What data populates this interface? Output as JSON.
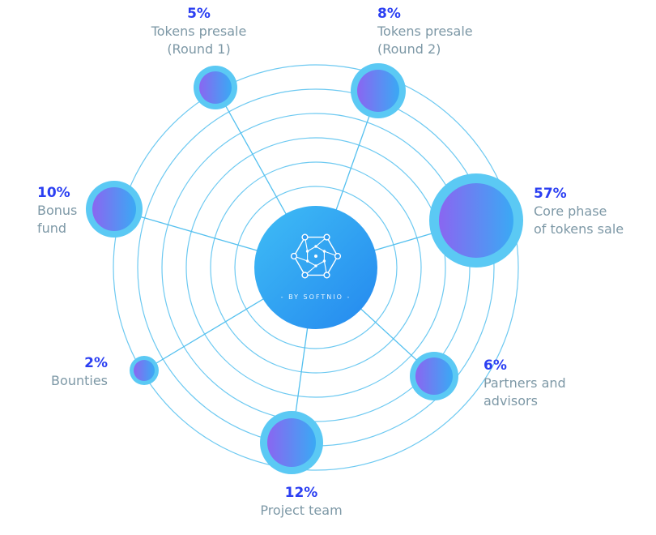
{
  "chart_data": {
    "type": "pie",
    "layout": "radial-orbit-diagram",
    "title": "",
    "categories": [
      "Tokens presale (Round 1)",
      "Tokens presale (Round 2)",
      "Bonus fund",
      "Core phase of tokens sale",
      "Bounties",
      "Partners and advisors",
      "Project team"
    ],
    "values": [
      5,
      8,
      10,
      57,
      2,
      6,
      12
    ],
    "legend_position": "labels-around-nodes",
    "grid": "concentric-orbits"
  },
  "center": {
    "brand": "- BY SOFTNIO -"
  },
  "nodes": [
    {
      "id": "presale-round-1",
      "percent": "5%",
      "lines": [
        "Tokens presale",
        "(Round 1)"
      ]
    },
    {
      "id": "presale-round-2",
      "percent": "8%",
      "lines": [
        "Tokens presale",
        "(Round 2)"
      ]
    },
    {
      "id": "bonus-fund",
      "percent": "10%",
      "lines": [
        "Bonus",
        "fund"
      ]
    },
    {
      "id": "core-phase",
      "percent": "57%",
      "lines": [
        "Core phase",
        "of tokens sale"
      ]
    },
    {
      "id": "bounties",
      "percent": "2%",
      "lines": [
        "Bounties"
      ]
    },
    {
      "id": "partners-advisors",
      "percent": "6%",
      "lines": [
        "Partners and",
        "advisors"
      ]
    },
    {
      "id": "project-team",
      "percent": "12%",
      "lines": [
        "Project team"
      ]
    }
  ],
  "colors": {
    "percent_text": "#2b3ff2",
    "label_text": "#7d98a6",
    "orbit_ring": "#54c0ef",
    "node_halo": "#5bc9f4",
    "node_gradient_start": "#8a66f1",
    "node_gradient_end": "#3aa9f4",
    "center_gradient_start": "#3fbdf5",
    "center_gradient_end": "#2488ef"
  }
}
